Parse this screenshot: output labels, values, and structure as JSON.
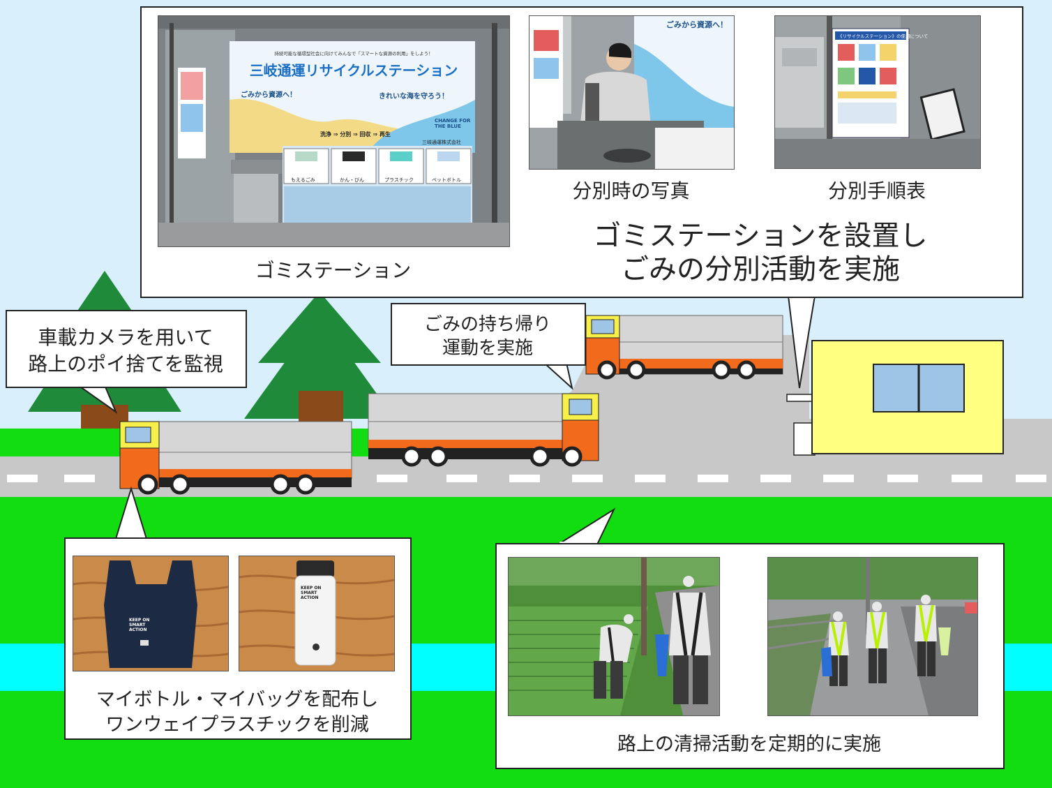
{
  "station_bubble": {
    "station_caption": "ゴミステーション",
    "sorting_caption": "分別時の写真",
    "procedure_caption": "分別手順表",
    "headline_line1": "ゴミステーションを設置し",
    "headline_line2": "ごみの分別活動を実施",
    "sign_title": "三岐通運リサイクルステーション",
    "sign_subtitle": "持続可能な循環型社会に向けてみんなで「スマートな資源の利用」をしよう！",
    "sign_slogan": "ごみから資源へ！",
    "sign_sea": "きれいな海を守ろう！",
    "sign_flow": "洗浄 ⇒ 分別 ⇒ 回収 ⇒ 再生",
    "sign_company": "三岐通運株式会社",
    "sign_change": "CHANGE FOR THE BLUE",
    "bin_labels": [
      "もえるごみ",
      "かん・びん",
      "プラスチック",
      "ペットボトル"
    ],
    "poster_title": "《リサイクルステーション》の使用について"
  },
  "camera_bubble": {
    "line1": "車載カメラを用いて",
    "line2": "路上のポイ捨てを監視"
  },
  "takeback_bubble": {
    "line1": "ごみの持ち帰り",
    "line2": "運動を実施"
  },
  "bottle_bubble": {
    "line1": "マイボトル・マイバッグを配布し",
    "line2": "ワンウェイプラスチックを削減",
    "bag_print": [
      "KEEP ON",
      "SMART",
      "ACTION"
    ],
    "bottle_print": [
      "KEEP ON",
      "SMART",
      "ACTION"
    ]
  },
  "cleanup_bubble": {
    "caption": "路上の清掃活動を定期的に実施"
  },
  "colors": {
    "sky": "#d9effb",
    "grass": "#11dd11",
    "road": "#c8c8c8",
    "river": "#00ffff",
    "truck_orange": "#f26a1b",
    "truck_cab_yellow": "#f7f04a",
    "building": "#ffff80",
    "tree": "#1f7a3a"
  }
}
